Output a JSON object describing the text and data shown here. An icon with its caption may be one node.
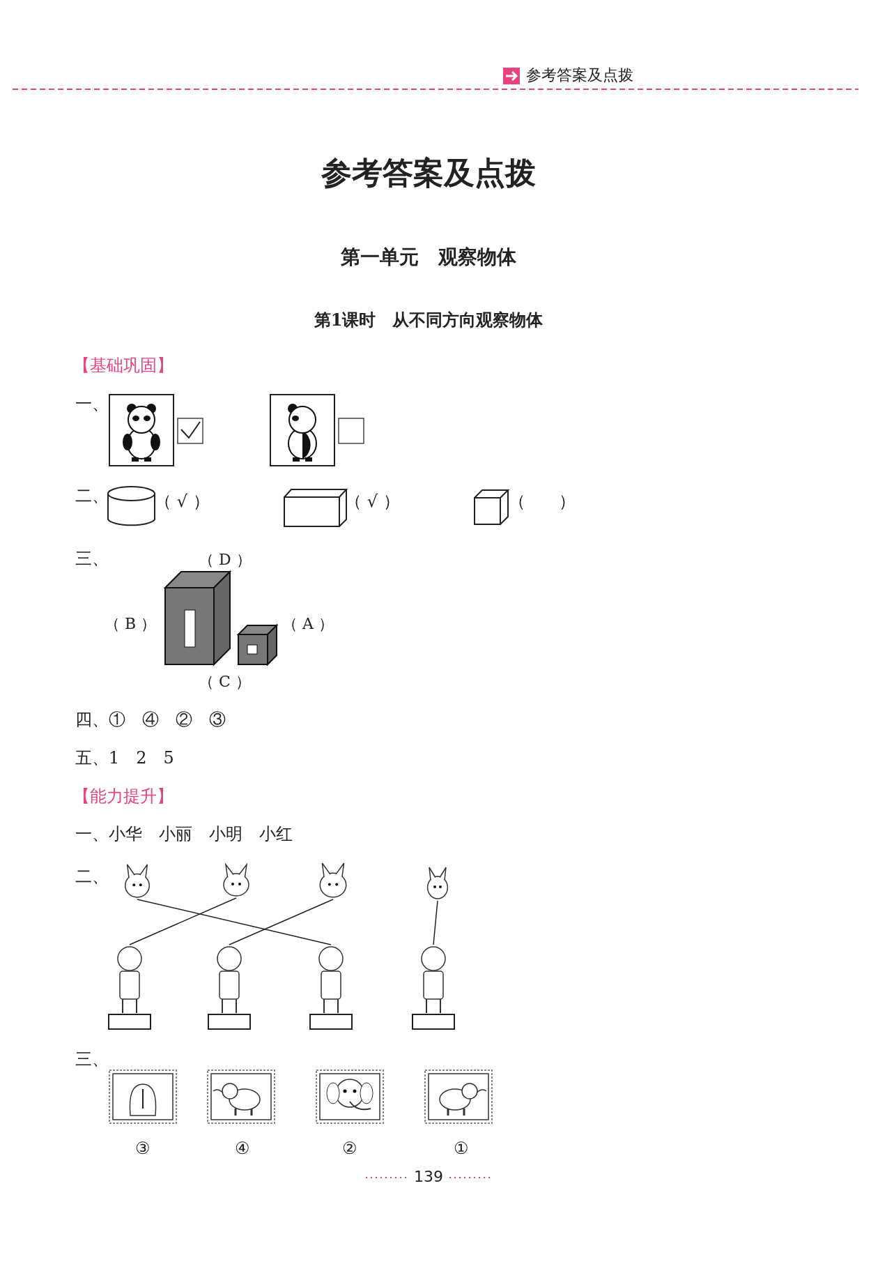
{
  "diagram": {
    "title": "参考答案及点拨",
    "nodes": [
      {
        "text": [],
        "shape": "picture"
      },
      {
        "text": [],
        "shape": "picture"
      },
      {
        "text": [],
        "shape": "picture"
      },
      {
        "text": [],
        "shape": "picture"
      },
      {
        "text": [],
        "shape": "picture"
      },
      {
        "text": [],
        "shape": "picture"
      },
      {
        "text": [],
        "shape": "picture"
      },
      {
        "text": [],
        "shape": "picture"
      }
    ],
    "edges": [
      {
        "from": 0,
        "to": 6,
        "arrow": "none"
      },
      {
        "from": 1,
        "to": 4,
        "arrow": "none"
      },
      {
        "from": 2,
        "to": 5,
        "arrow": "none"
      },
      {
        "from": 3,
        "to": 7,
        "arrow": "none"
      }
    ],
    "labels": [
      "参考答案及点拨",
      "第一单元　观察物体",
      "第1课时　从不同方向观察物体",
      "【基础巩固】",
      "一、",
      "二、",
      "（ √ ）",
      "（ √ ）",
      "（　　）",
      "三、",
      "（ D ）",
      "（ B ）",
      "（ A ）",
      "（ C ）",
      "四、①　④　②　③",
      "五、1　2　5",
      "【能力提升】",
      "一、小华　小丽　小明　小红",
      "二、",
      "三、",
      "③",
      "④",
      "②",
      "①",
      "139"
    ]
  }
}
